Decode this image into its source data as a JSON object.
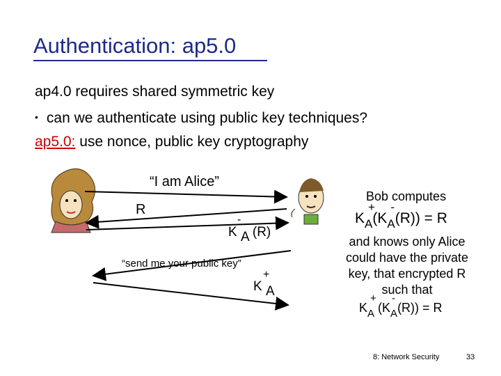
{
  "slide": {
    "title": "Authentication: ap5.0",
    "line1": "ap4.0 requires shared symmetric key",
    "bullet": "•",
    "line2": "can we authenticate using public key techniques?",
    "line3_label": "ap5.0:",
    "line3_rest": " use nonce, public key cryptography"
  },
  "figure": {
    "msg_alice": "“I am Alice”",
    "msg_r": "R",
    "enc_k": "K",
    "enc_sub": "A",
    "enc_sup": "-",
    "enc_arg": " (R)",
    "msg_send": "“send me your public key”",
    "pub_k": "K",
    "pub_sub": "A",
    "pub_sup": "+",
    "bob_computes": "Bob computes",
    "bob_formula": "K (K (R)) = R",
    "bob_knows": "and knows only Alice could have the private key, that encrypted R such that",
    "bob_formula2": "K (K (R)) = R",
    "sup_plus": "+",
    "sup_minus": "-",
    "sub_a": "A"
  },
  "footer": {
    "section": "8: Network Security",
    "page": "33"
  },
  "colors": {
    "title": "#1c2a8c",
    "accent_red": "#d00000"
  }
}
